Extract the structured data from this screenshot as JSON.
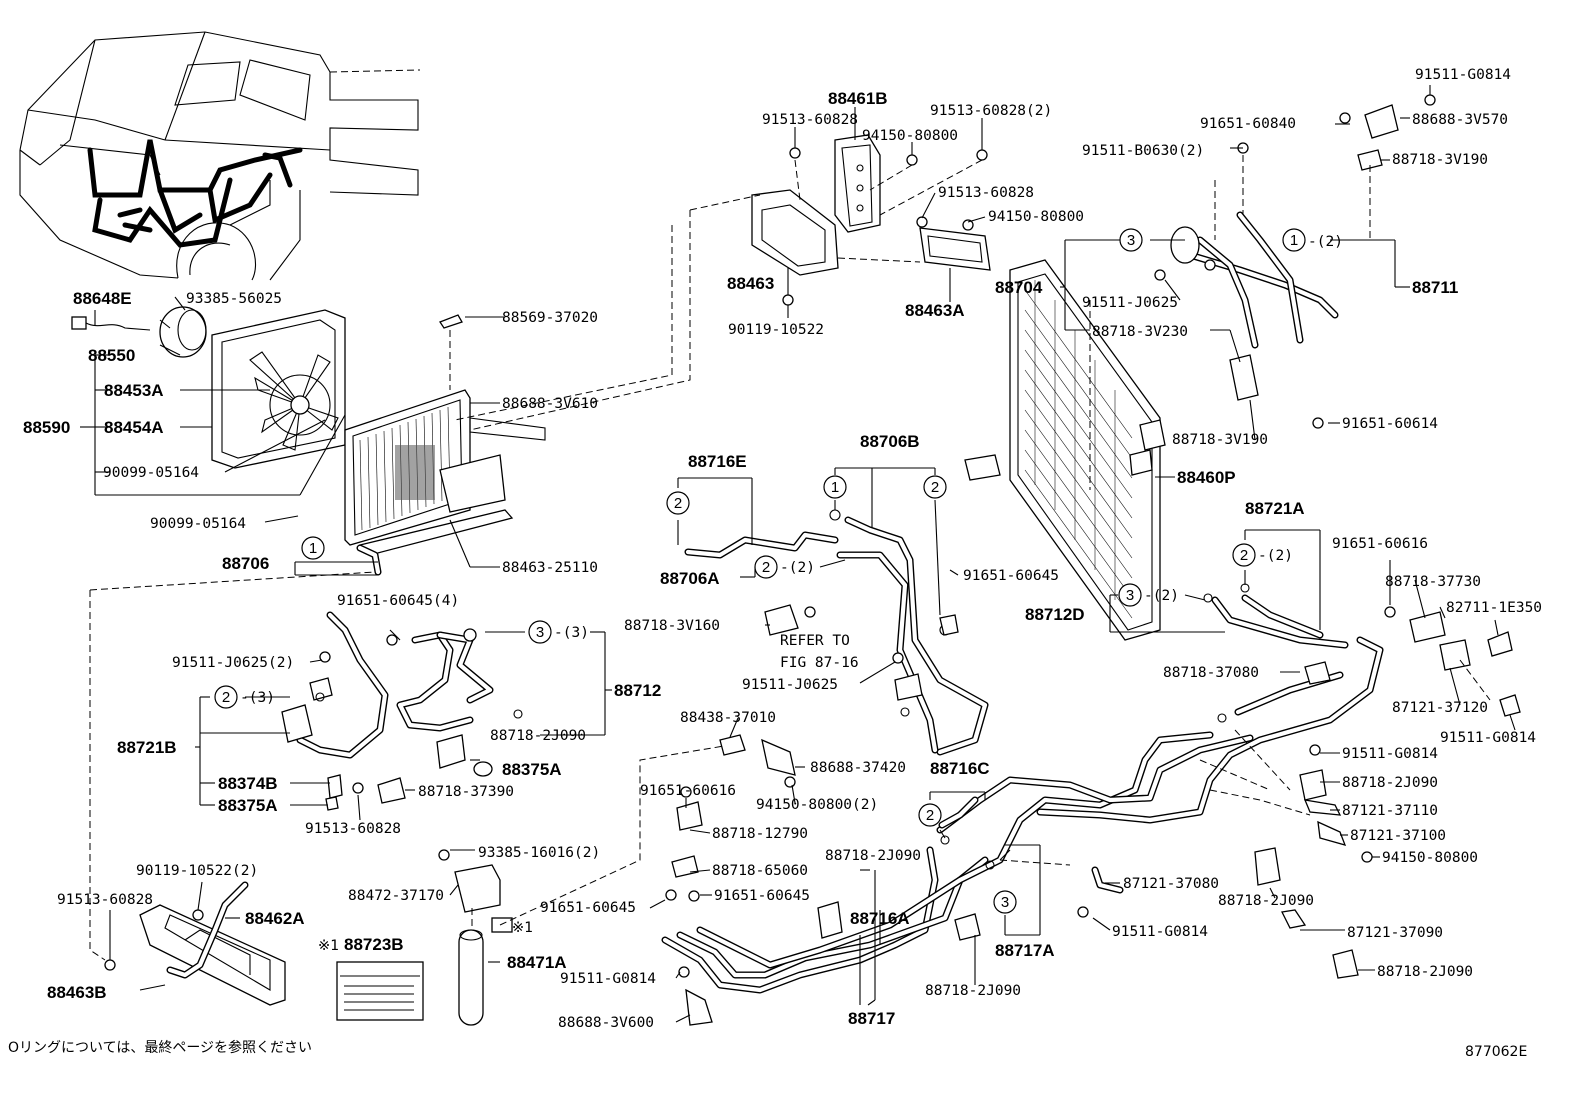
{
  "diagram_id": "877062E",
  "footnote": "Oリングについては、最終ページを参照ください",
  "callouts": {
    "c1": "1",
    "c2": "2",
    "c3": "3",
    "qty2": "-(2)",
    "qty3": "-(3)"
  },
  "parts": {
    "p88648E": "88648E",
    "p93385_56025": "93385-56025",
    "p88550": "88550",
    "p88453A": "88453A",
    "p88590": "88590",
    "p88454A": "88454A",
    "p90099_05164a": "90099-05164",
    "p90099_05164b": "90099-05164",
    "p88706": "88706",
    "p88569_37020": "88569-37020",
    "p88688_3V610": "88688-3V610",
    "p88463_25110": "88463-25110",
    "p91513_60828_a": "91513-60828",
    "p88461B": "88461B",
    "p94150_80800_a": "94150-80800",
    "p91513_60828_2": "91513-60828(2)",
    "p91513_60828_b": "91513-60828",
    "p94150_80800_b": "94150-80800",
    "p88463": "88463",
    "p90119_10522": "90119-10522",
    "p88463A": "88463A",
    "p88704": "88704",
    "p91511_G0814_a": "91511-G0814",
    "p91651_60840": "91651-60840",
    "p88688_3V570": "88688-3V570",
    "p91511_B0630_2": "91511-B0630(2)",
    "p88718_3V190_a": "88718-3V190",
    "p88711": "88711",
    "p91511_J0625_a": "91511-J0625",
    "p88718_3V230": "88718-3V230",
    "p91651_60614": "91651-60614",
    "p88718_3V190_b": "88718-3V190",
    "p88460P": "88460P",
    "p88716E": "88716E",
    "p88706B": "88706B",
    "p88706A": "88706A",
    "p91651_60645_a": "91651-60645",
    "p88718_3V160": "88718-3V160",
    "p refer_to": "REFER TO",
    "p_fig": "FIG 87-16",
    "p91511_J0625_b": "91511-J0625",
    "p91651_60645_4": "91651-60645(4)",
    "p91511_J0625_2": "91511-J0625(2)",
    "p88712": "88712",
    "p88721B": "88721B",
    "p88718_2J090_a": "88718-2J090",
    "p88374B": "88374B",
    "p88375A_a": "88375A",
    "p88375A_b": "88375A",
    "p88718_37390": "88718-37390",
    "p91513_60828_c": "91513-60828",
    "p88721A": "88721A",
    "p91651_60616_a": "91651-60616",
    "p88712D": "88712D",
    "p88718_37730": "88718-37730",
    "p82711_1E350": "82711-1E350",
    "p88718_37080": "88718-37080",
    "p87121_37120": "87121-37120",
    "p91511_G0814_b": "91511-G0814",
    "p88438_37010": "88438-37010",
    "p88688_37420": "88688-37420",
    "p88716C": "88716C",
    "p94150_80800_2": "94150-80800(2)",
    "p91651_60616_b": "91651-60616",
    "p88718_12790": "88718-12790",
    "p91511_G0814_c": "91511-G0814",
    "p88718_2J090_b": "88718-2J090",
    "p87121_37110": "87121-37110",
    "p87121_37100": "87121-37100",
    "p94150_80800_c": "94150-80800",
    "p93385_16016_2": "93385-16016(2)",
    "p88718_65060": "88718-65060",
    "p88718_2J090_c": "88718-2J090",
    "p88472_37170": "88472-37170",
    "p91651_60645_b": "91651-60645",
    "p91651_60645_c": "91651-60645",
    "p87121_37080": "87121-37080",
    "p88718_2J090_d": "88718-2J090",
    "p90119_10522_2": "90119-10522(2)",
    "p91513_60828_d": "91513-60828",
    "p88462A": "88462A",
    "p88716A": "88716A",
    "p91511_G0814_d": "91511-G0814",
    "p87121_37090": "87121-37090",
    "p88723B": "88723B",
    "p88471A": "88471A",
    "p91511_G0814_e": "91511-G0814",
    "p88717A": "88717A",
    "p88463B": "88463B",
    "p88718_2J090_e": "88718-2J090",
    "p88718_2J090_f": "88718-2J090",
    "p88688_3V600": "88688-3V600",
    "p88717": "88717",
    "mark1": "※1",
    "mark_label": "※1"
  }
}
